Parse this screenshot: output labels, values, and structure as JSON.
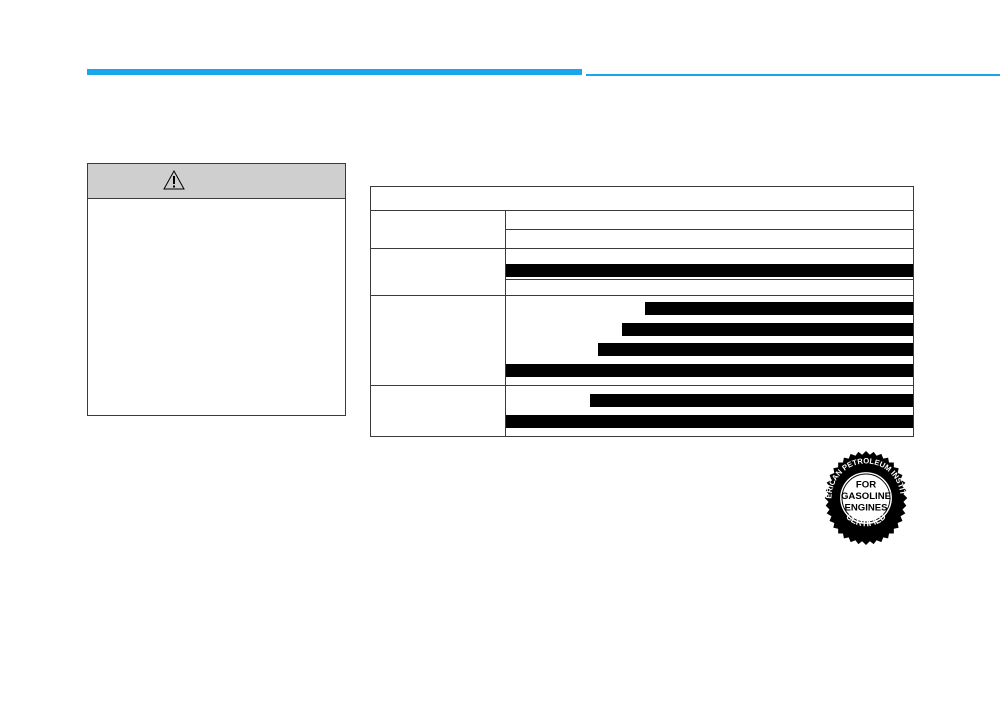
{
  "colors": {
    "accent": "#1aa6ec",
    "caution_header_bg": "#cfcfcf",
    "redaction": "#000000"
  },
  "header": {
    "thick_rule": "accent-bar",
    "thin_rule": "accent-line"
  },
  "caution_box": {
    "icon": "warning-triangle-icon",
    "title": "",
    "text": ""
  },
  "spec_table": {
    "title": "",
    "groups": [
      {
        "label": "",
        "rows": 2,
        "redacted_rows": []
      },
      {
        "label": "",
        "rows": 3,
        "redacted_rows": [
          1
        ]
      },
      {
        "label": "",
        "rows": 4,
        "redacted_rows": [
          0,
          1,
          2,
          3
        ]
      },
      {
        "label": "",
        "rows": 2,
        "redacted_rows": [
          0,
          1
        ]
      }
    ]
  },
  "api_seal": {
    "ring_text_top": "AMERICAN PETROLEUM INSTITUTE",
    "ring_text_bottom": "CERTIFIED",
    "center_line1": "FOR",
    "center_line2": "GASOLINE",
    "center_line3": "ENGINES"
  }
}
